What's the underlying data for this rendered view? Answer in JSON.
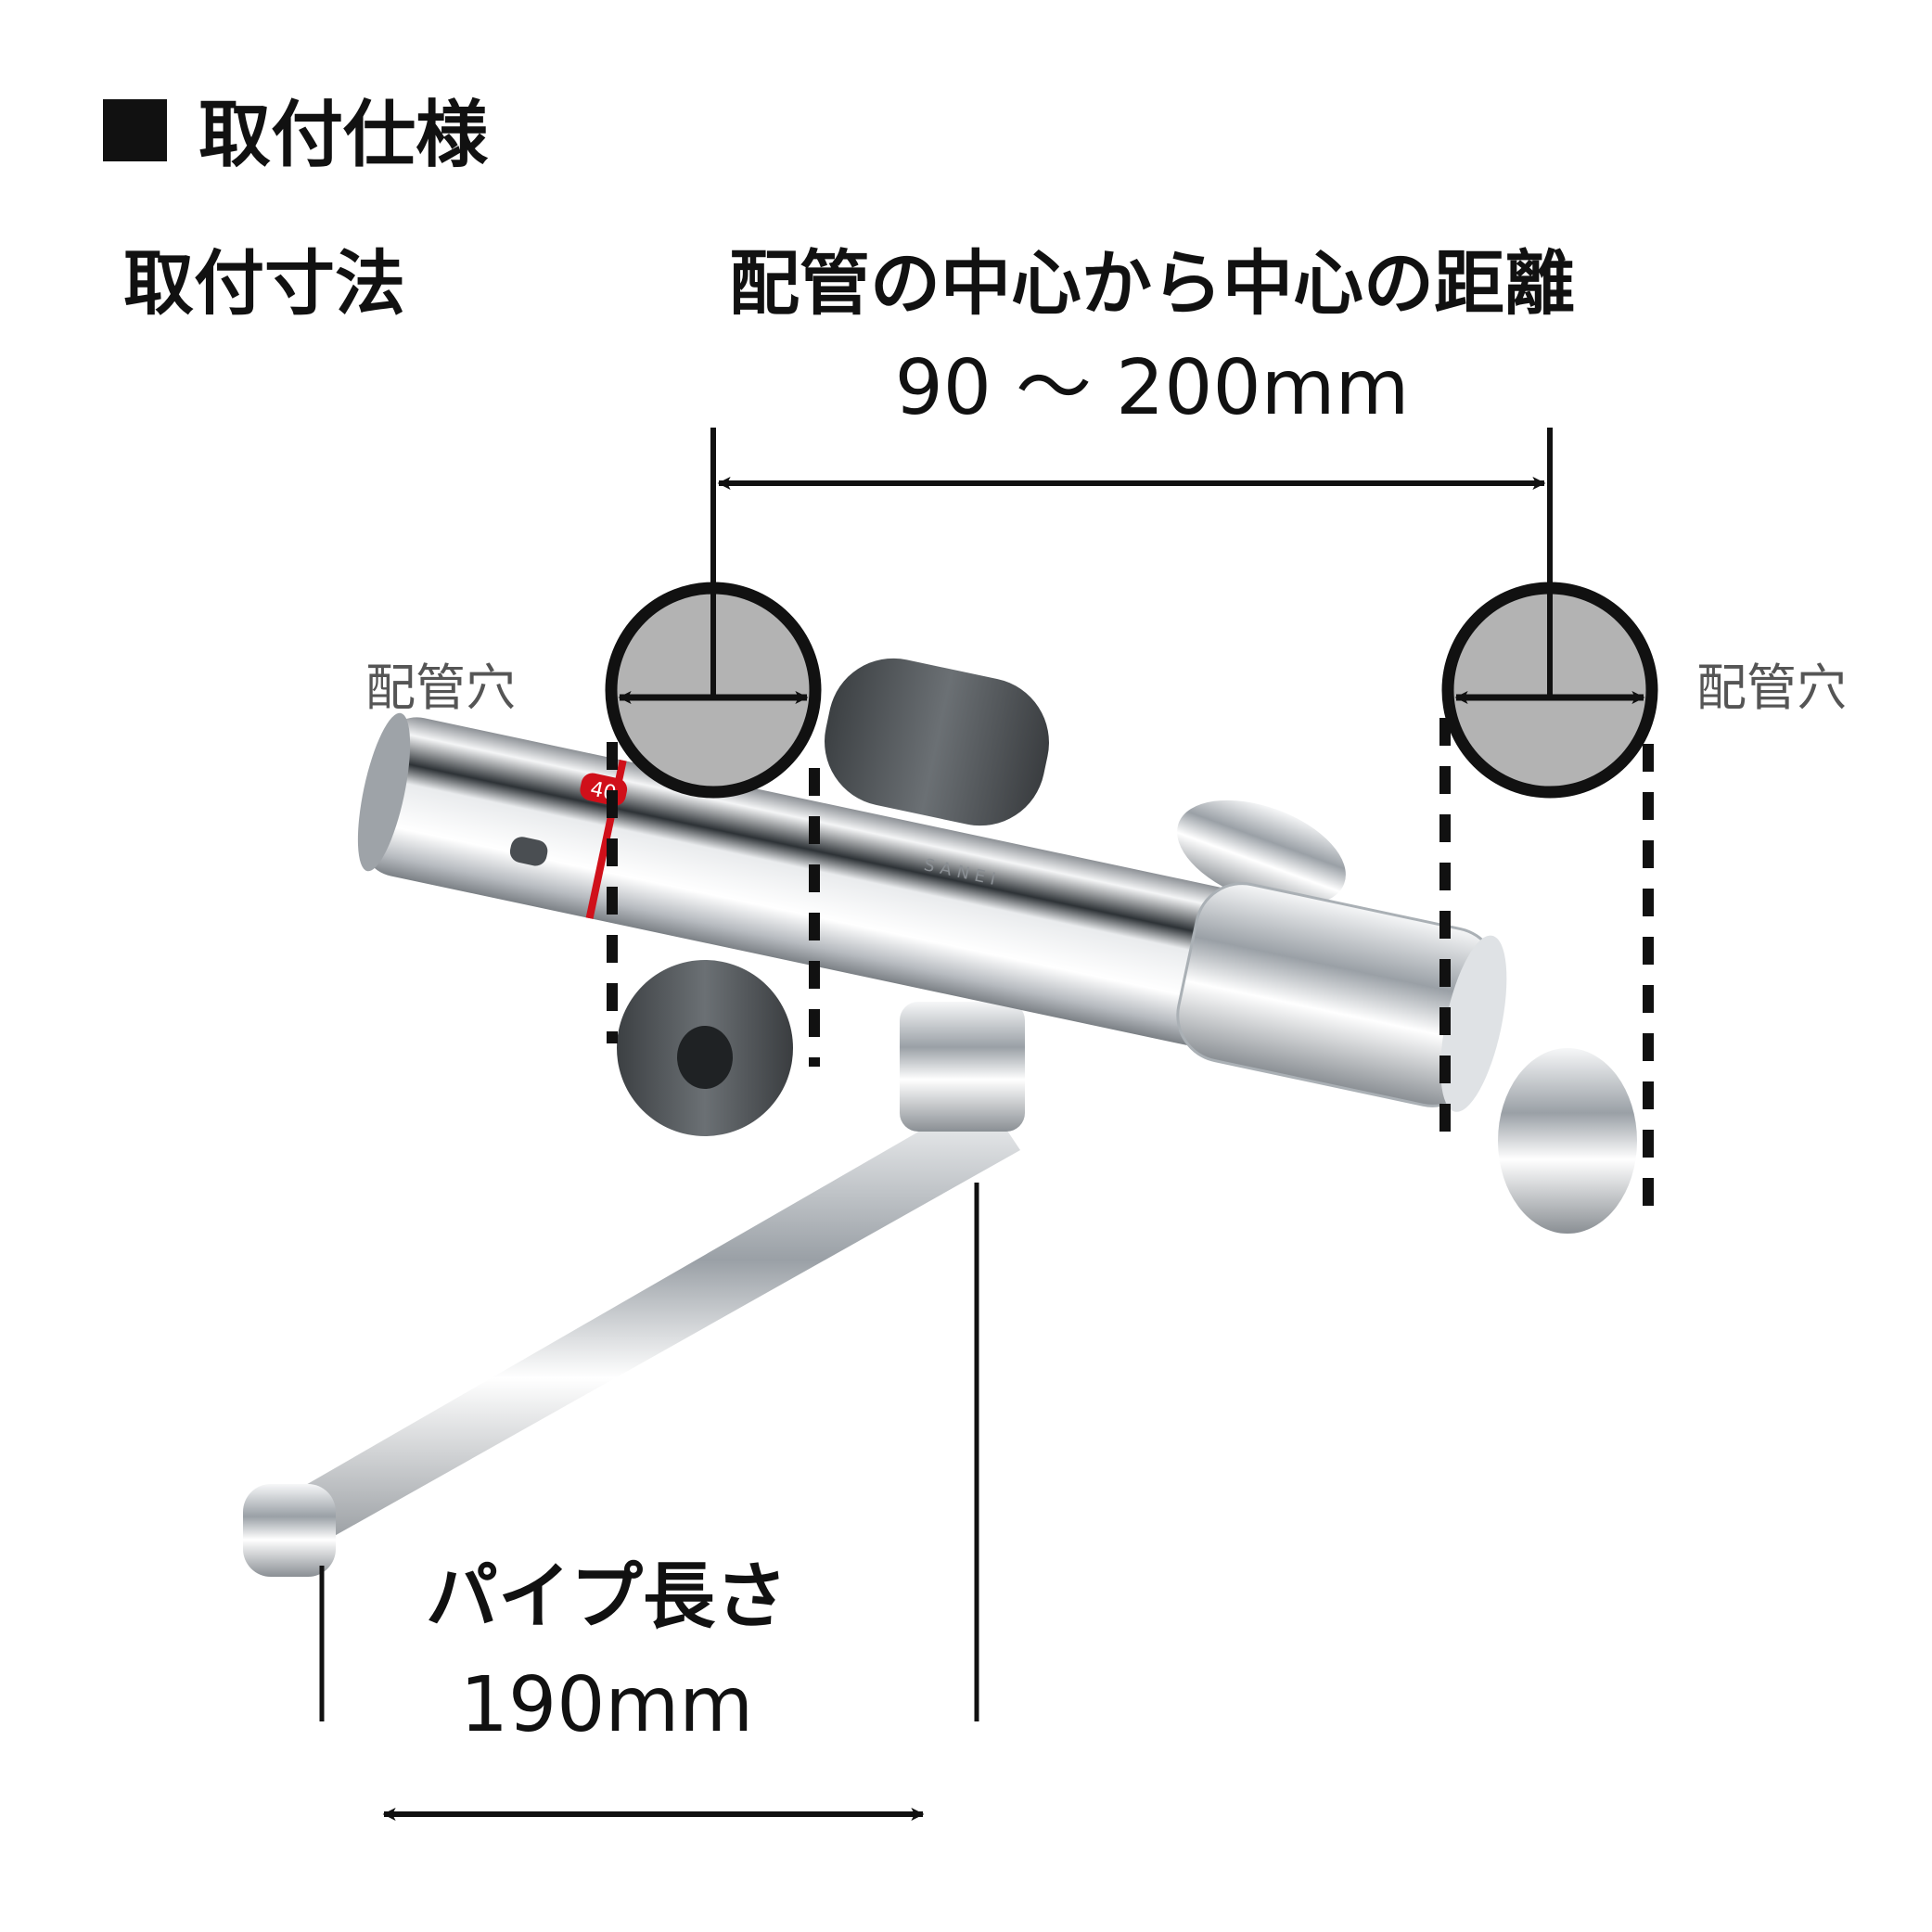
{
  "header": {
    "title": "取付仕様"
  },
  "section": {
    "label": "取付寸法"
  },
  "pipe_distance": {
    "label": "配管の中心から中心の距離",
    "value": "90 ～ 200mm"
  },
  "pipe_holes": {
    "left_label": "配管穴",
    "right_label": "配管穴"
  },
  "spout_length": {
    "label": "パイプ長さ",
    "value": "190mm"
  },
  "product": {
    "brand_mark": "SANEI",
    "temperature_marker": "40"
  },
  "colors": {
    "text": "#111111",
    "hole_fill": "#b3b3b3",
    "accent_red": "#d0101a",
    "chrome": "#c9ccd0"
  }
}
